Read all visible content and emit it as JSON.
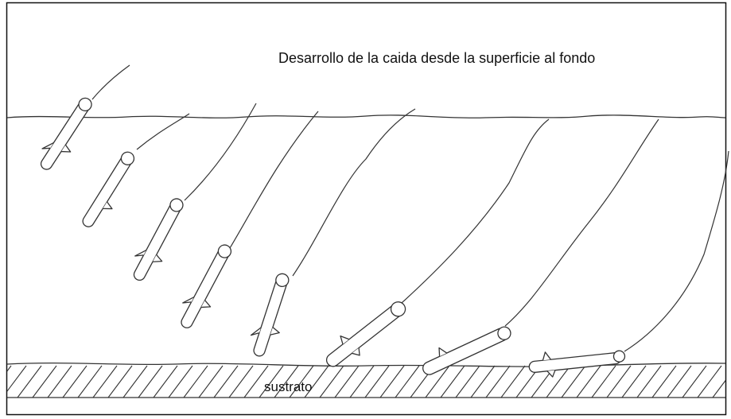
{
  "diagram": {
    "title": "Desarrollo de la caida desde la superficie al fondo",
    "substrate_label": "sustrato",
    "line_color": "#333333",
    "fill_color": "#ffffff",
    "lures": [
      {
        "stage": 1,
        "name": "lure-stage-1"
      },
      {
        "stage": 2,
        "name": "lure-stage-2"
      },
      {
        "stage": 3,
        "name": "lure-stage-3"
      },
      {
        "stage": 4,
        "name": "lure-stage-4"
      },
      {
        "stage": 5,
        "name": "lure-stage-5"
      },
      {
        "stage": 6,
        "name": "lure-stage-6"
      },
      {
        "stage": 7,
        "name": "lure-stage-7"
      },
      {
        "stage": 8,
        "name": "lure-stage-8"
      }
    ]
  }
}
